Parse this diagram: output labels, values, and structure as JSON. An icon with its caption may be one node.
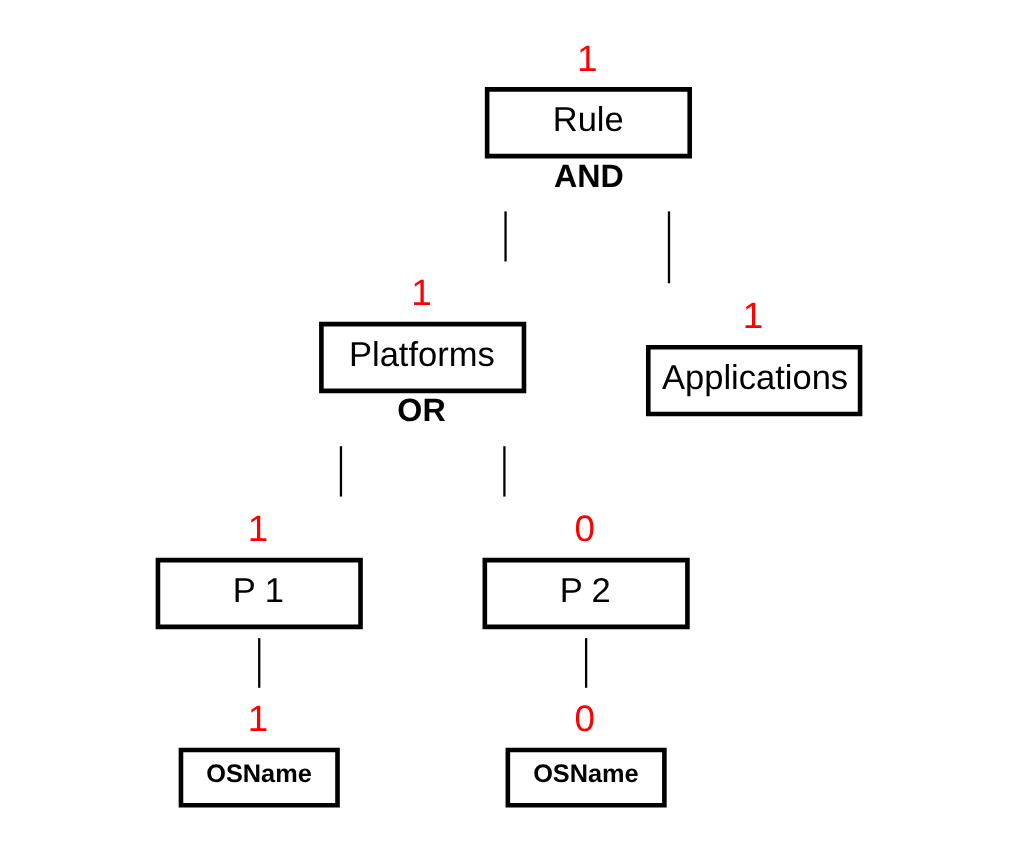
{
  "diagram": {
    "nodes": [
      {
        "text": [
          "Rule"
        ],
        "beside": [
          "1",
          "AND"
        ]
      },
      {
        "text": [
          "Platforms"
        ],
        "beside": [
          "1",
          "OR"
        ]
      },
      {
        "text": [
          "Applications"
        ],
        "beside": [
          "1"
        ]
      },
      {
        "text": [
          "P 1"
        ],
        "beside": [
          "1"
        ]
      },
      {
        "text": [
          "P 2"
        ],
        "beside": [
          "0"
        ]
      },
      {
        "text": [
          "OSName"
        ],
        "beside": [
          "1"
        ]
      },
      {
        "text": [
          "OSName"
        ],
        "beside": [
          "0"
        ]
      }
    ],
    "edges": [
      {
        "from": 0,
        "to": 1,
        "arrow": "none"
      },
      {
        "from": 0,
        "to": 2,
        "arrow": "none"
      },
      {
        "from": 1,
        "to": 3,
        "arrow": "none"
      },
      {
        "from": 1,
        "to": 4,
        "arrow": "none"
      },
      {
        "from": 3,
        "to": 5,
        "arrow": "none"
      },
      {
        "from": 4,
        "to": 6,
        "arrow": "none"
      }
    ]
  }
}
